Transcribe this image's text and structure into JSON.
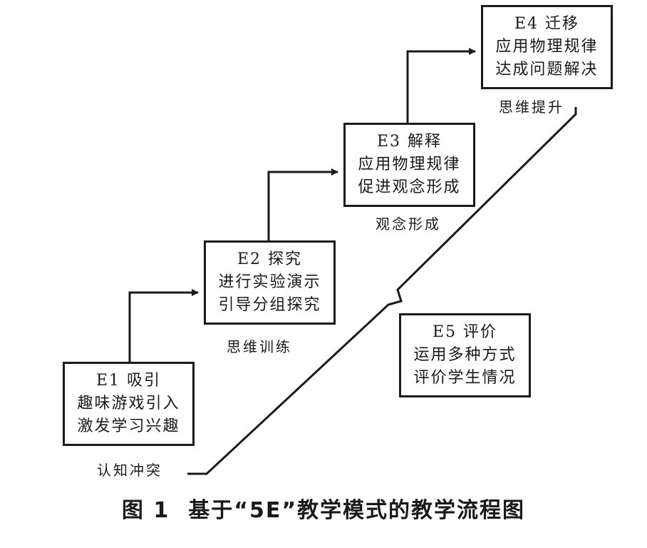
{
  "boxes": {
    "e1": {
      "title": "E1 吸引",
      "line1": "趣味游戏引入",
      "line2": "激发学习兴趣"
    },
    "e2": {
      "title": "E2 探究",
      "line1": "进行实验演示",
      "line2": "引导分组探究"
    },
    "e3": {
      "title": "E3 解释",
      "line1": "应用物理规律",
      "line2": "促进观念形成"
    },
    "e4": {
      "title": "E4 迁移",
      "line1": "应用物理规律",
      "line2": "达成问题解决"
    },
    "e5": {
      "title": "E5 评价",
      "line1": "运用多种方式",
      "line2": "评价学生情况"
    }
  },
  "stages": {
    "s1": "认知冲突",
    "s2": "思维训练",
    "s3": "观念形成",
    "s4": "思维提升"
  },
  "caption": {
    "figure_number": "图 1",
    "title": "基于“5E”教学模式的教学流程图"
  }
}
